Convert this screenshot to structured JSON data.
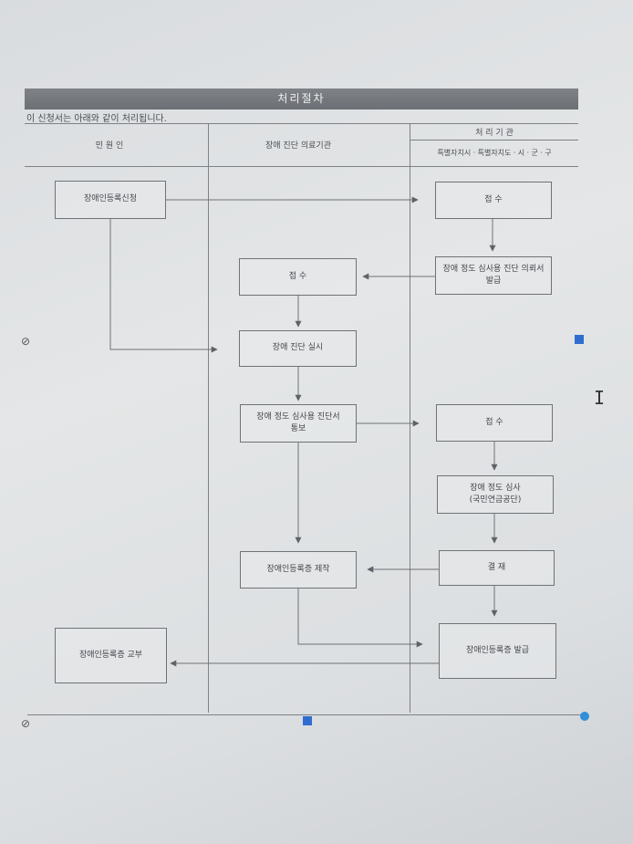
{
  "title": "처리절차",
  "intro": "이 신청서는 아래와 같이 처리됩니다.",
  "columns": {
    "applicant": "민 원 인",
    "clinic": "장애 진단 의료기관",
    "agency": "처 리 기 관",
    "agency_sub": "특별자치시ㆍ특별자치도ㆍ시ㆍ군ㆍ구"
  },
  "steps": {
    "apply": "장애인등록신청",
    "agency_receive_1": "접     수",
    "issue_request": "장애 정도 심사용 진단 의뢰서\n발급",
    "clinic_receive": "접     수",
    "diagnosis": "장애 진단 실시",
    "notify": "장애 정도 심사용 진단서\n통보",
    "agency_receive_2": "접     수",
    "review": "장애 정도 심사\n(국민연금공단)",
    "card_make": "장애인등록증 제작",
    "approve": "결     재",
    "card_issue": "장애인등록증 발급",
    "card_deliver": "장애인등록증 교부"
  },
  "colors": {
    "line": "#6f7277",
    "arrow": "#5f6267",
    "handle": "#2f6ed0"
  }
}
